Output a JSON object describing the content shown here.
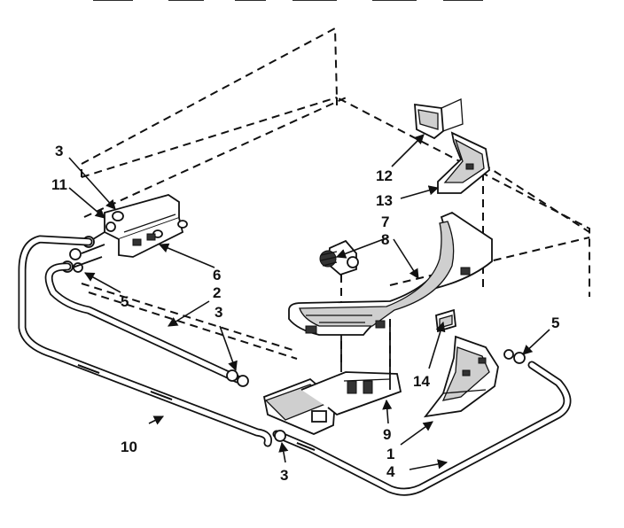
{
  "callouts": {
    "c1": "1",
    "c2": "2",
    "c3a": "3",
    "c3b": "3",
    "c3c": "3",
    "c4": "4",
    "c5a": "5",
    "c5b": "5",
    "c6": "6",
    "c7": "7",
    "c8": "8",
    "c9": "9",
    "c10": "10",
    "c11": "11",
    "c12": "12",
    "c13": "13",
    "c14": "14"
  }
}
